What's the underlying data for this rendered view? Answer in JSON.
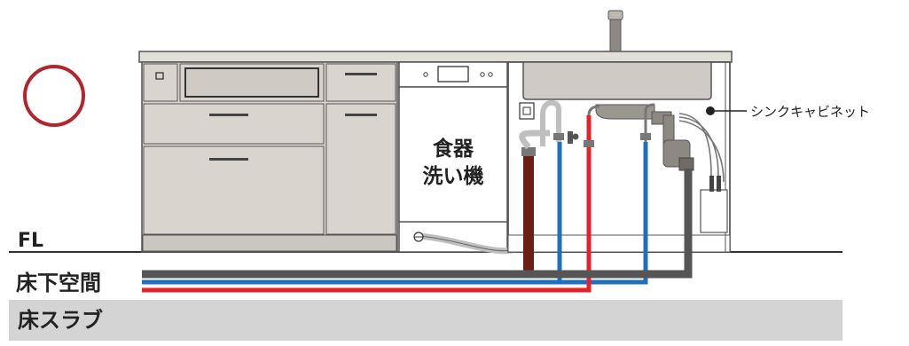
{
  "labels": {
    "dishwasher_line1": "食器",
    "dishwasher_line2": "洗い機",
    "sink_cabinet": "シンクキャビネット",
    "floor_level": "FL",
    "underfloor_space": "床下空間",
    "floor_slab": "床スラブ"
  },
  "status_symbol": "circle-ok-mark",
  "colors": {
    "ok_mark": "#b5232b",
    "cabinet_fill": "#d9d4ce",
    "cabinet_stroke": "#555555",
    "slab": "#d4d4d4",
    "drain_pipe": "#555555",
    "hot_water_pipe": "#e8202a",
    "cold_water_pipe": "#1f6fc0",
    "dishwasher_drain": "#6b1f14",
    "hose": "#bfbfbf"
  }
}
